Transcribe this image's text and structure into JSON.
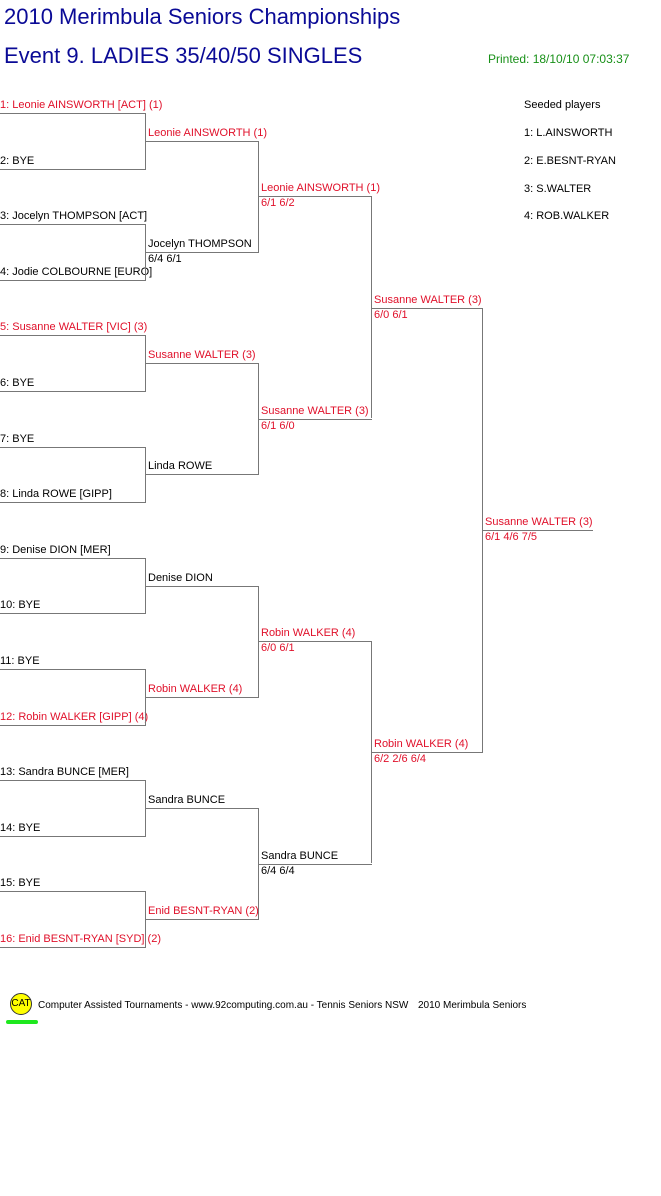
{
  "header": {
    "title": "2010 Merimbula Seniors Championships",
    "event": "Event 9. LADIES 35/40/50 SINGLES",
    "printed": "Printed: 18/10/10 07:03:37"
  },
  "seeded": {
    "heading": "Seeded players",
    "items": [
      "1: L.AINSWORTH",
      "2: E.BESNT-RYAN",
      "3: S.WALTER",
      "4: ROB.WALKER"
    ]
  },
  "colors": {
    "seeded": "#e0102a",
    "title": "#0a0a96",
    "printed": "#189018"
  },
  "rounds": [
    [
      {
        "name": "1: Leonie AINSWORTH [ACT] (1)",
        "seed": true
      },
      {
        "name": "2: BYE"
      },
      {
        "name": "3: Jocelyn THOMPSON [ACT]"
      },
      {
        "name": "4: Jodie COLBOURNE [EURO]"
      },
      {
        "name": "5: Susanne WALTER [VIC] (3)",
        "seed": true
      },
      {
        "name": "6: BYE"
      },
      {
        "name": "7: BYE"
      },
      {
        "name": "8: Linda ROWE [GIPP]"
      },
      {
        "name": "9: Denise DION [MER]"
      },
      {
        "name": "10: BYE"
      },
      {
        "name": "11: BYE"
      },
      {
        "name": "12: Robin WALKER [GIPP] (4)",
        "seed": true
      },
      {
        "name": "13: Sandra BUNCE [MER]"
      },
      {
        "name": "14: BYE"
      },
      {
        "name": "15: BYE"
      },
      {
        "name": "16: Enid BESNT-RYAN [SYD] (2)",
        "seed": true
      }
    ],
    [
      {
        "name": "Leonie AINSWORTH (1)",
        "seed": true
      },
      {
        "name": "Jocelyn THOMPSON",
        "score": "6/4 6/1"
      },
      {
        "name": "Susanne WALTER (3)",
        "seed": true
      },
      {
        "name": "Linda ROWE"
      },
      {
        "name": "Denise DION"
      },
      {
        "name": "Robin WALKER (4)",
        "seed": true
      },
      {
        "name": "Sandra BUNCE"
      },
      {
        "name": "Enid BESNT-RYAN (2)",
        "seed": true
      }
    ],
    [
      {
        "name": "Leonie AINSWORTH (1)",
        "score": "6/1 6/2",
        "seed": true
      },
      {
        "name": "Susanne WALTER (3)",
        "score": "6/1 6/0",
        "seed": true
      },
      {
        "name": "Robin WALKER (4)",
        "score": "6/0 6/1",
        "seed": true
      },
      {
        "name": "Sandra BUNCE",
        "score": "6/4 6/4"
      }
    ],
    [
      {
        "name": "Susanne WALTER (3)",
        "score": "6/0 6/1",
        "seed": true
      },
      {
        "name": "Robin WALKER (4)",
        "score": "6/2 2/6 6/4",
        "seed": true
      }
    ],
    [
      {
        "name": "Susanne WALTER (3)",
        "score": "6/1 4/6 7/5",
        "seed": true
      }
    ]
  ],
  "footer": {
    "logo": "CAT",
    "credit": "Computer Assisted Tournaments - www.92computing.com.au -  Tennis Seniors NSW",
    "event": "2010 Merimbula Seniors"
  }
}
